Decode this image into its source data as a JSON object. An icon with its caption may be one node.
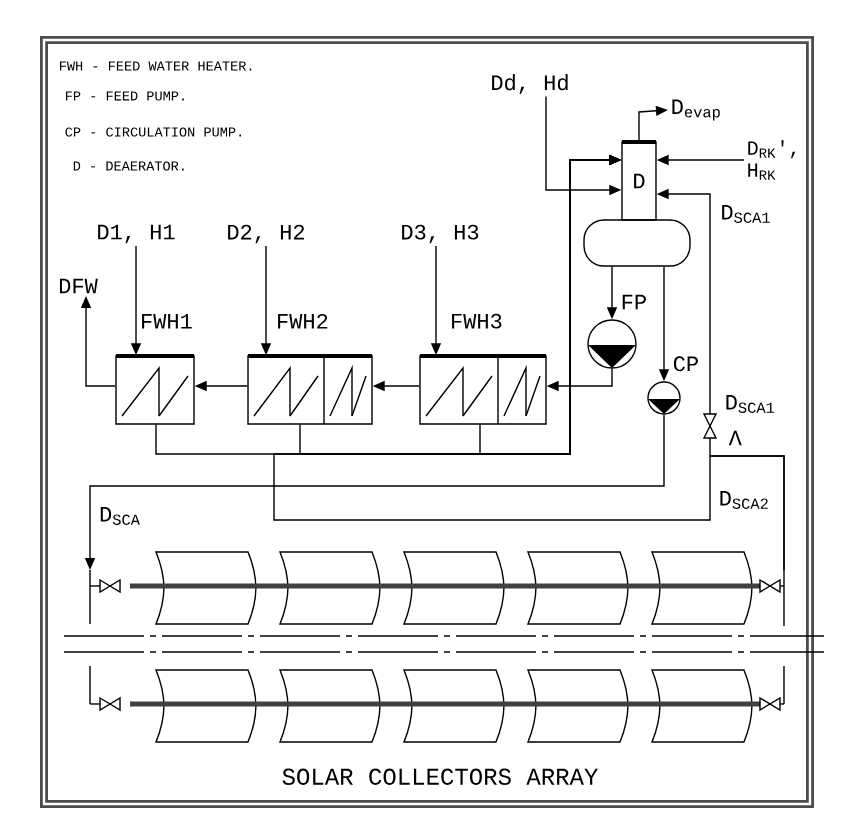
{
  "diagram": {
    "nodes": [
      {
        "text": [
          "D1, H1"
        ]
      },
      {
        "text": [
          "D2, H2"
        ]
      },
      {
        "text": [
          "D3, H3"
        ]
      },
      {
        "text": [
          "Dd, Hd"
        ]
      },
      {
        "text": [
          "DFW"
        ]
      },
      {
        "text": [
          "FWH1"
        ]
      },
      {
        "text": [
          "FWH2"
        ]
      },
      {
        "text": [
          "FWH3"
        ]
      },
      {
        "text": [
          "D"
        ]
      },
      {
        "text": [],
        "shape": "cylinder"
      },
      {
        "text": [
          "D$_{evap}$"
        ]
      },
      {
        "text": [
          "D$_{RK}$', H$_{RK}$"
        ]
      },
      {
        "text": [],
        "shape": "circle",
        "beside": [
          "FP"
        ]
      },
      {
        "text": [],
        "shape": "circle",
        "beside": [
          "CP"
        ]
      },
      {
        "text": [
          "SOLAR COLLECTORS ARRAY"
        ]
      }
    ],
    "edges": [
      {
        "from": 0,
        "to": 5,
        "arrow": "to"
      },
      {
        "from": 1,
        "to": 6,
        "arrow": "to"
      },
      {
        "from": 2,
        "to": 7,
        "arrow": "to"
      },
      {
        "from": 3,
        "to": 8,
        "arrow": "to"
      },
      {
        "from": 8,
        "to": 10,
        "arrow": "to"
      },
      {
        "from": 11,
        "to": 8,
        "arrow": "to"
      },
      {
        "from": 9,
        "to": 12,
        "arrow": "to"
      },
      {
        "from": 12,
        "to": 7,
        "arrow": "to"
      },
      {
        "from": 7,
        "to": 6,
        "arrow": "to"
      },
      {
        "from": 6,
        "to": 5,
        "arrow": "to"
      },
      {
        "from": 5,
        "to": 4,
        "arrow": "to"
      },
      {
        "from": 9,
        "to": 13,
        "arrow": "to"
      },
      {
        "from": 13,
        "to": 14,
        "arrow": "to",
        "label": "D$_{SCA}$"
      },
      {
        "from": 14,
        "to": 8,
        "arrow": "to",
        "label": "D$_{SCA1}$"
      },
      {
        "from": 5,
        "to": 8,
        "arrow": "to"
      },
      {
        "from": 6,
        "to": 8,
        "arrow": "to"
      },
      {
        "from": 7,
        "to": 8,
        "arrow": "to"
      },
      {
        "from": 14,
        "to": 8,
        "arrow": "to"
      }
    ],
    "labels": [
      "FWH - FEED WATER HEATER.",
      "FP - FEED PUMP.",
      "CP - CIRCULATION PUMP.",
      "D - DEAERATOR.",
      "D$_{SCA1}$",
      "Λ",
      "D$_{SCA2}$"
    ]
  }
}
